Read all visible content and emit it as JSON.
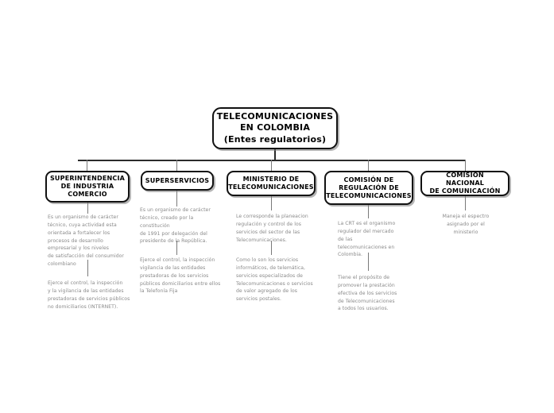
{
  "diagram": {
    "root": {
      "label": "TELECOMUNICACIONES\nEN COLOMBIA\n(Entes regulatorios)"
    },
    "branches": [
      {
        "id": "sic",
        "label": "SUPERINTENDENCIA\nDE INDUSTRIA\nCOMERCIO",
        "notes": [
          "Es un organismo de carácter\ntécnico, cuya actividad esta\norientada a fortalecer los\nprocesos de desarrollo\nempresarial y los niveles\nde satisfacción del consumidor\ncolombiano",
          "Ejerce el control, la inspección\ny la vigilancia de las entidades\nprestadoras de servicios públicos\nno domiciliarios (INTERNET)."
        ]
      },
      {
        "id": "superservicios",
        "label": "SUPERSERVICIOS",
        "notes": [
          "Es un organismo de carácter\ntécnico, creado por la\nconstitución\nde 1991 por delegación del\npresidente de la República.",
          "Ejerce el control, la inspección\nvigilancia de las entidades\nprestadoras de los servicios\npúblicos domiciliarios entre ellos\nla Telefonía Fija"
        ]
      },
      {
        "id": "ministerio",
        "label": "MINISTERIO DE\nTELECOMUNICACIONES",
        "notes": [
          "Le corresponde la planeacion\nregulación y control de los\nservicios del sector de las\nTelecomunicaciones.",
          "Como lo son los servicios\ninformáticos, de telemática,\nservicios especializados de\nTelecomunicaciones o servicios\nde valor agregado de los\nservicios postales."
        ]
      },
      {
        "id": "crt",
        "label": "COMISIÓN DE\nREGULACIÓN DE\nTELECOMUNICACIONES",
        "notes": [
          "La CRT es el organismo\nregulador del mercado\nde las\ntelecomunicaciones en\nColombia.",
          "Tiene el propósito de\npromover la prestación\nefectiva de los servicios\nde Telecomunicaciones\na todos los usuarios."
        ]
      },
      {
        "id": "cnc",
        "label": "COMISIÓN NACIONAL\nDE COMUNICACIÓN",
        "notes": [
          "Maneja el espectro\nasignado por el\nministerio"
        ]
      }
    ]
  },
  "colors": {
    "node_border": "#111111",
    "connector": "#7a7a7a",
    "note_text": "#8a8a8a",
    "background": "#ffffff"
  }
}
